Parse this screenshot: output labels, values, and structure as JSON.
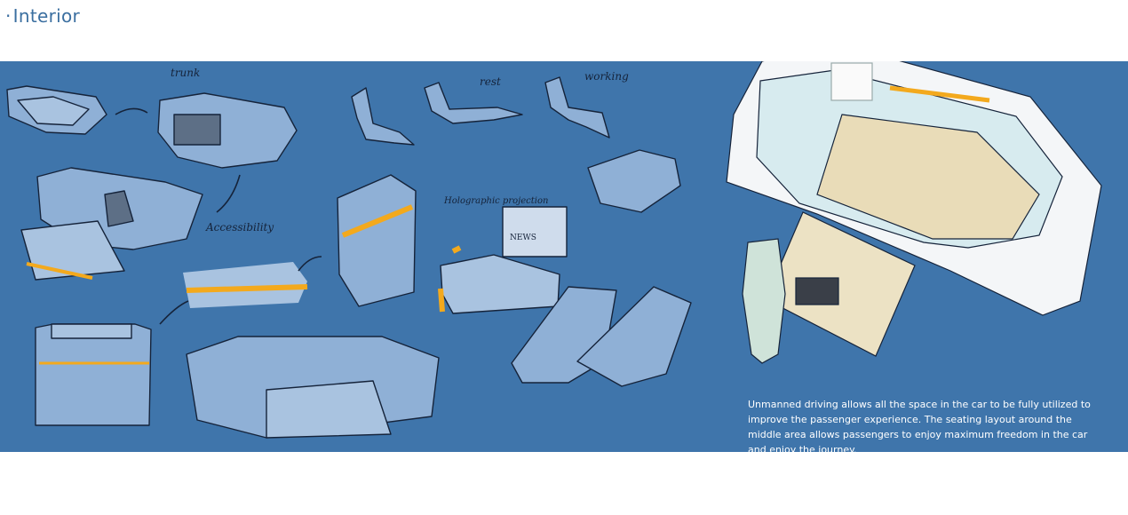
{
  "header": {
    "title": "Interior"
  },
  "sketch_labels": {
    "trunk": "trunk",
    "rest": "rest",
    "working": "working",
    "accessibility": "Accessibility",
    "holographic_projection": "Holographic projection",
    "news": "NEWS"
  },
  "caption": {
    "text": "Unmanned driving allows all the space in the car to be fully utilized to improve the passenger experience. The seating layout around the middle area allows passengers to enjoy maximum freedom in the car and enjoy the journey."
  },
  "colors": {
    "background_panel": "#3f75ab",
    "accent_light": "#f3a91d",
    "sketch_fill": "#8fb0d6",
    "ink": "#15233a"
  }
}
